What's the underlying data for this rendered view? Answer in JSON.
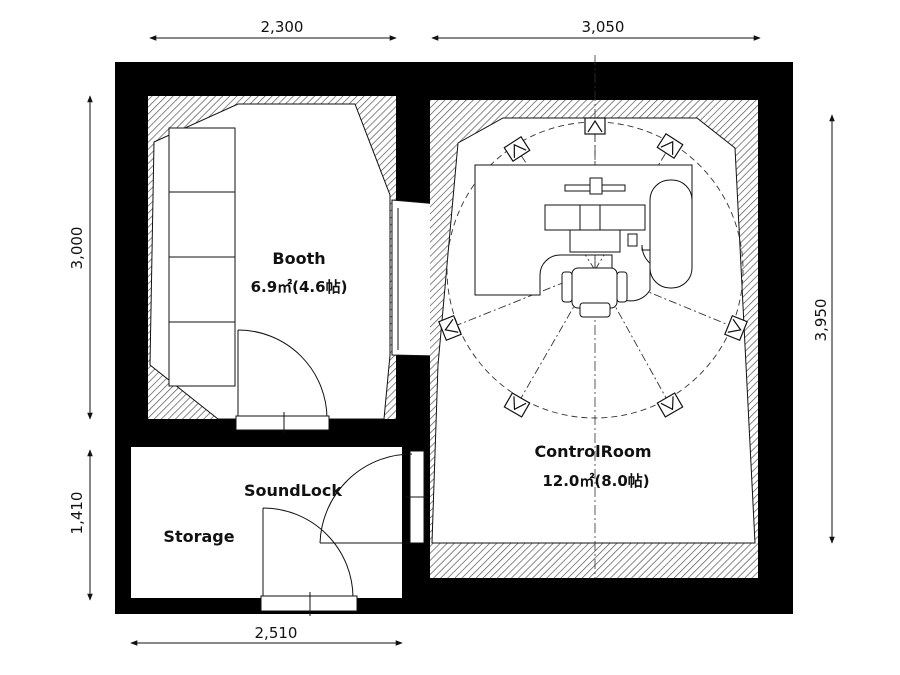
{
  "dimensions": {
    "top_left": "2,300",
    "top_right": "3,050",
    "left_upper": "3,000",
    "left_lower": "1,410",
    "right": "3,950",
    "bottom": "2,510"
  },
  "rooms": {
    "booth": {
      "name": "Booth",
      "area": "6.9㎡(4.6帖)"
    },
    "control_room": {
      "name": "ControlRoom",
      "area": "12.0㎡(8.0帖)"
    },
    "sound_lock": {
      "name": "SoundLock"
    },
    "storage": {
      "name": "Storage"
    }
  },
  "colors": {
    "wall": "#000000",
    "hatch": "#555555",
    "line": "#111111",
    "background": "#ffffff"
  }
}
